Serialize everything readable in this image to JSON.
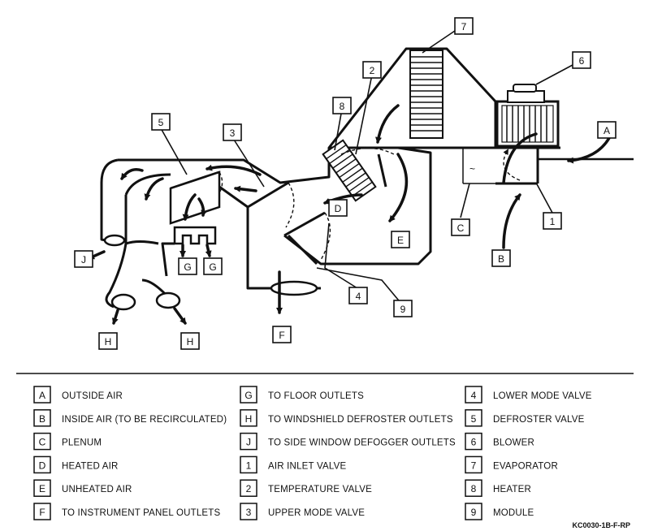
{
  "callouts": {
    "n7": "7",
    "n6": "6",
    "n2": "2",
    "n8": "8",
    "n5": "5",
    "n3": "3",
    "A": "A",
    "C": "C",
    "n1": "1",
    "D": "D",
    "E": "E",
    "B": "B",
    "J": "J",
    "G1": "G",
    "G2": "G",
    "n4": "4",
    "n9": "9",
    "H1": "H",
    "H2": "H",
    "F": "F"
  },
  "plenum_symbol": "~",
  "legend": [
    {
      "key": "A",
      "text": "OUTSIDE AIR"
    },
    {
      "key": "B",
      "text": "INSIDE AIR (TO BE RECIRCULATED)"
    },
    {
      "key": "C",
      "text": "PLENUM"
    },
    {
      "key": "D",
      "text": "HEATED AIR"
    },
    {
      "key": "E",
      "text": "UNHEATED AIR"
    },
    {
      "key": "F",
      "text": "TO INSTRUMENT PANEL OUTLETS"
    },
    {
      "key": "G",
      "text": "TO FLOOR OUTLETS"
    },
    {
      "key": "H",
      "text": "TO WINDSHIELD DEFROSTER OUTLETS"
    },
    {
      "key": "J",
      "text": "TO SIDE WINDOW DEFOGGER OUTLETS"
    },
    {
      "key": "1",
      "text": "AIR INLET VALVE"
    },
    {
      "key": "2",
      "text": "TEMPERATURE VALVE"
    },
    {
      "key": "3",
      "text": "UPPER MODE VALVE"
    },
    {
      "key": "4",
      "text": "LOWER MODE VALVE"
    },
    {
      "key": "5",
      "text": "DEFROSTER VALVE"
    },
    {
      "key": "6",
      "text": "BLOWER"
    },
    {
      "key": "7",
      "text": "EVAPORATOR"
    },
    {
      "key": "8",
      "text": "HEATER"
    },
    {
      "key": "9",
      "text": "MODULE"
    }
  ],
  "figure_code": "KC0030-1B-F-RP"
}
